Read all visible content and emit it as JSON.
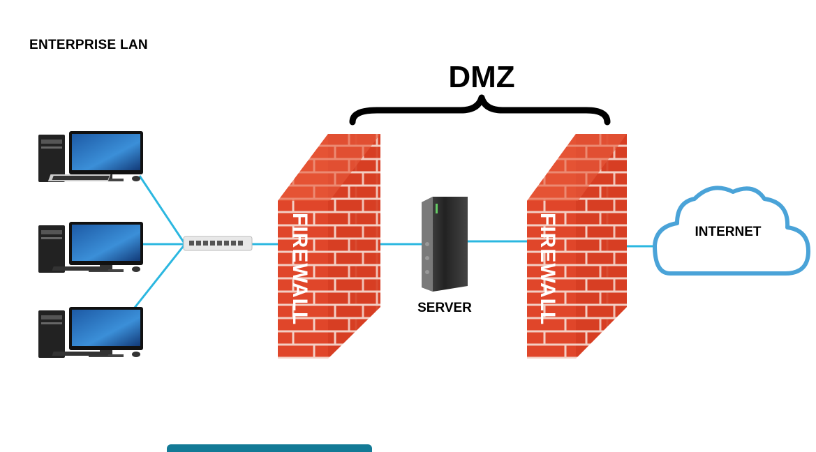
{
  "labels": {
    "enterprise_lan": "ENTERPRISE LAN",
    "dmz": "DMZ",
    "server": "SERVER",
    "internet": "INTERNET",
    "firewall_text": "FIREWALL"
  },
  "colors": {
    "link": "#2bb7e0",
    "cloud_stroke": "#4aa3d8",
    "brick": "#e0462a",
    "brick_dark": "#b52d18",
    "mortar": "#f4d6cc",
    "bottom_bar": "#137a96"
  },
  "icons": {
    "workstation": "desktop-computer-icon",
    "switch": "network-switch-icon",
    "firewall": "firewall-brick-wall-icon",
    "server": "server-tower-icon",
    "cloud": "cloud-icon"
  }
}
